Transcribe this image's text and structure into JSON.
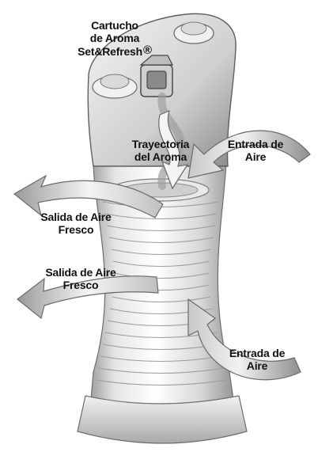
{
  "labels": {
    "cartridge": {
      "line1": "Cartucho",
      "line2": "de Aroma",
      "line3": "Set&Refresh",
      "mark": "®"
    },
    "aroma_path": {
      "line1": "Trayectoria",
      "line2": "del Aroma"
    },
    "air_in_top": {
      "line1": "Entrada de",
      "line2": "Aire"
    },
    "fresh_out_top": {
      "line1": "Salida de Aire",
      "line2": "Fresco"
    },
    "fresh_out_bottom": {
      "line1": "Salida de Aire",
      "line2": "Fresco"
    },
    "air_in_bottom": {
      "line1": "Entrada de",
      "line2": "Aire"
    }
  },
  "colors": {
    "arrow_light": "#f2f2f2",
    "arrow_dark": "#8c8c8c",
    "body_light": "#ffffff",
    "body_shade": "#bdbdbd",
    "text": "#111111"
  }
}
